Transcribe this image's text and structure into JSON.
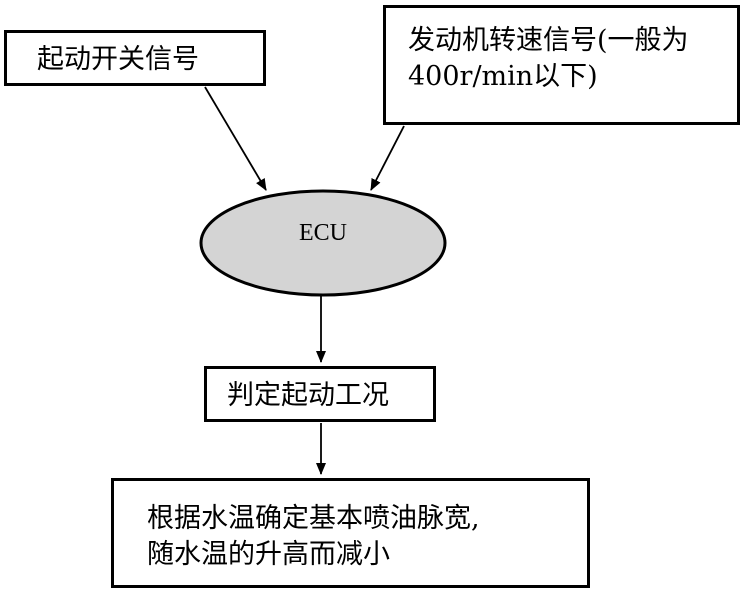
{
  "diagram": {
    "nodes": {
      "start_signal": {
        "label": "起动开关信号"
      },
      "speed_signal": {
        "lines": [
          "发动机转速信号(一般为",
          "400r/min以下)"
        ]
      },
      "ecu": {
        "label": "ECU",
        "fill": "#d4d4d4"
      },
      "judge": {
        "label": "判定起动工况"
      },
      "result": {
        "lines": [
          "根据水温确定基本喷油脉宽,",
          "随水温的升高而减小"
        ]
      }
    },
    "edges": [
      {
        "from": "start_signal",
        "to": "ecu"
      },
      {
        "from": "speed_signal",
        "to": "ecu"
      },
      {
        "from": "ecu",
        "to": "judge"
      },
      {
        "from": "judge",
        "to": "result"
      }
    ]
  }
}
